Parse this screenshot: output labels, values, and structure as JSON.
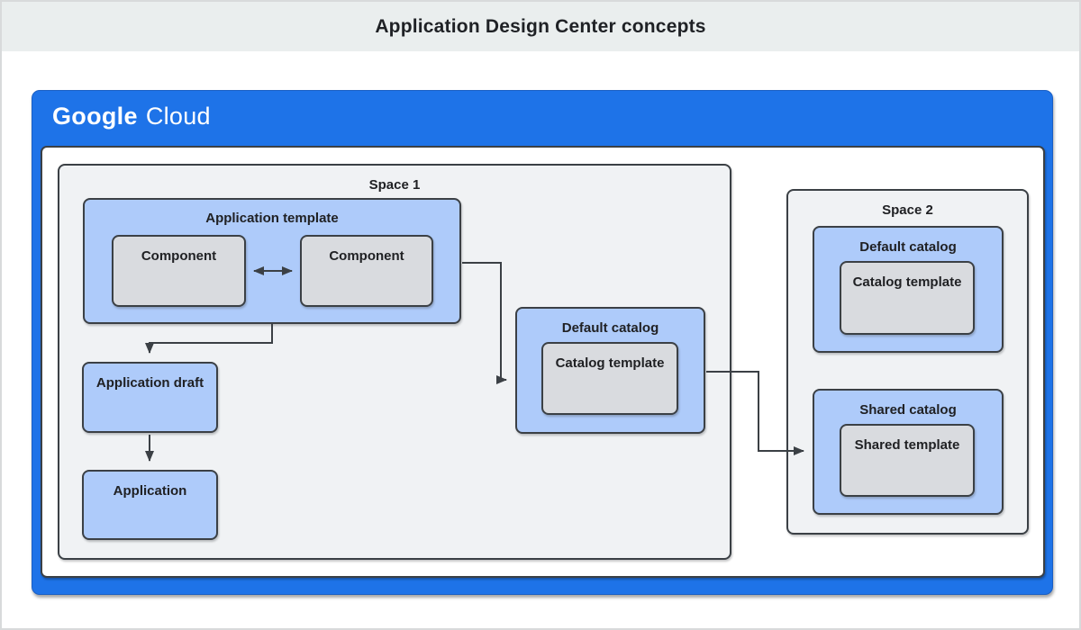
{
  "title": "Application Design Center concepts",
  "brand": {
    "google": "Google",
    "cloud": "Cloud"
  },
  "colors": {
    "google_blue": "#1e73e8",
    "light_blue_box": "#aecbfa",
    "gray_box": "#d9dbdf",
    "space_fill": "#f0f2f4",
    "border_dark": "#3b4045",
    "title_band": "#eaeeee",
    "text": "#202124"
  },
  "spaces": {
    "space1": {
      "label": "Space 1"
    },
    "space2": {
      "label": "Space 2"
    }
  },
  "boxes": {
    "application_template": "Application template",
    "component_left": "Component",
    "component_right": "Component",
    "application_draft": "Application draft",
    "application": "Application",
    "default_catalog_space1": "Default catalog",
    "catalog_template_space1": "Catalog template",
    "default_catalog_space2": "Default catalog",
    "catalog_template_space2": "Catalog template",
    "shared_catalog": "Shared catalog",
    "shared_template": "Shared template"
  }
}
